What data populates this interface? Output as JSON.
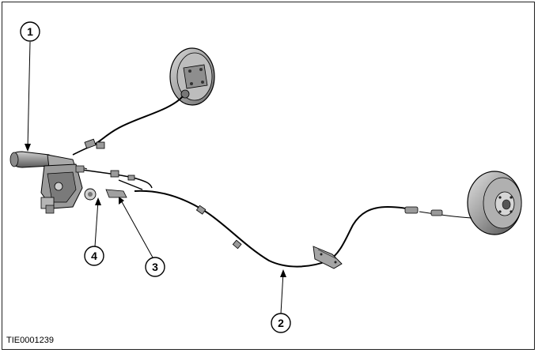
{
  "callouts": [
    {
      "id": "1",
      "label": "1"
    },
    {
      "id": "2",
      "label": "2"
    },
    {
      "id": "3",
      "label": "3"
    },
    {
      "id": "4",
      "label": "4"
    }
  ],
  "figure_code": "TIE0001239",
  "colors": {
    "line": "#000000",
    "component_fill": "#9a9a9a",
    "component_dark": "#555555",
    "component_light": "#d0d0d0",
    "background": "#ffffff"
  }
}
